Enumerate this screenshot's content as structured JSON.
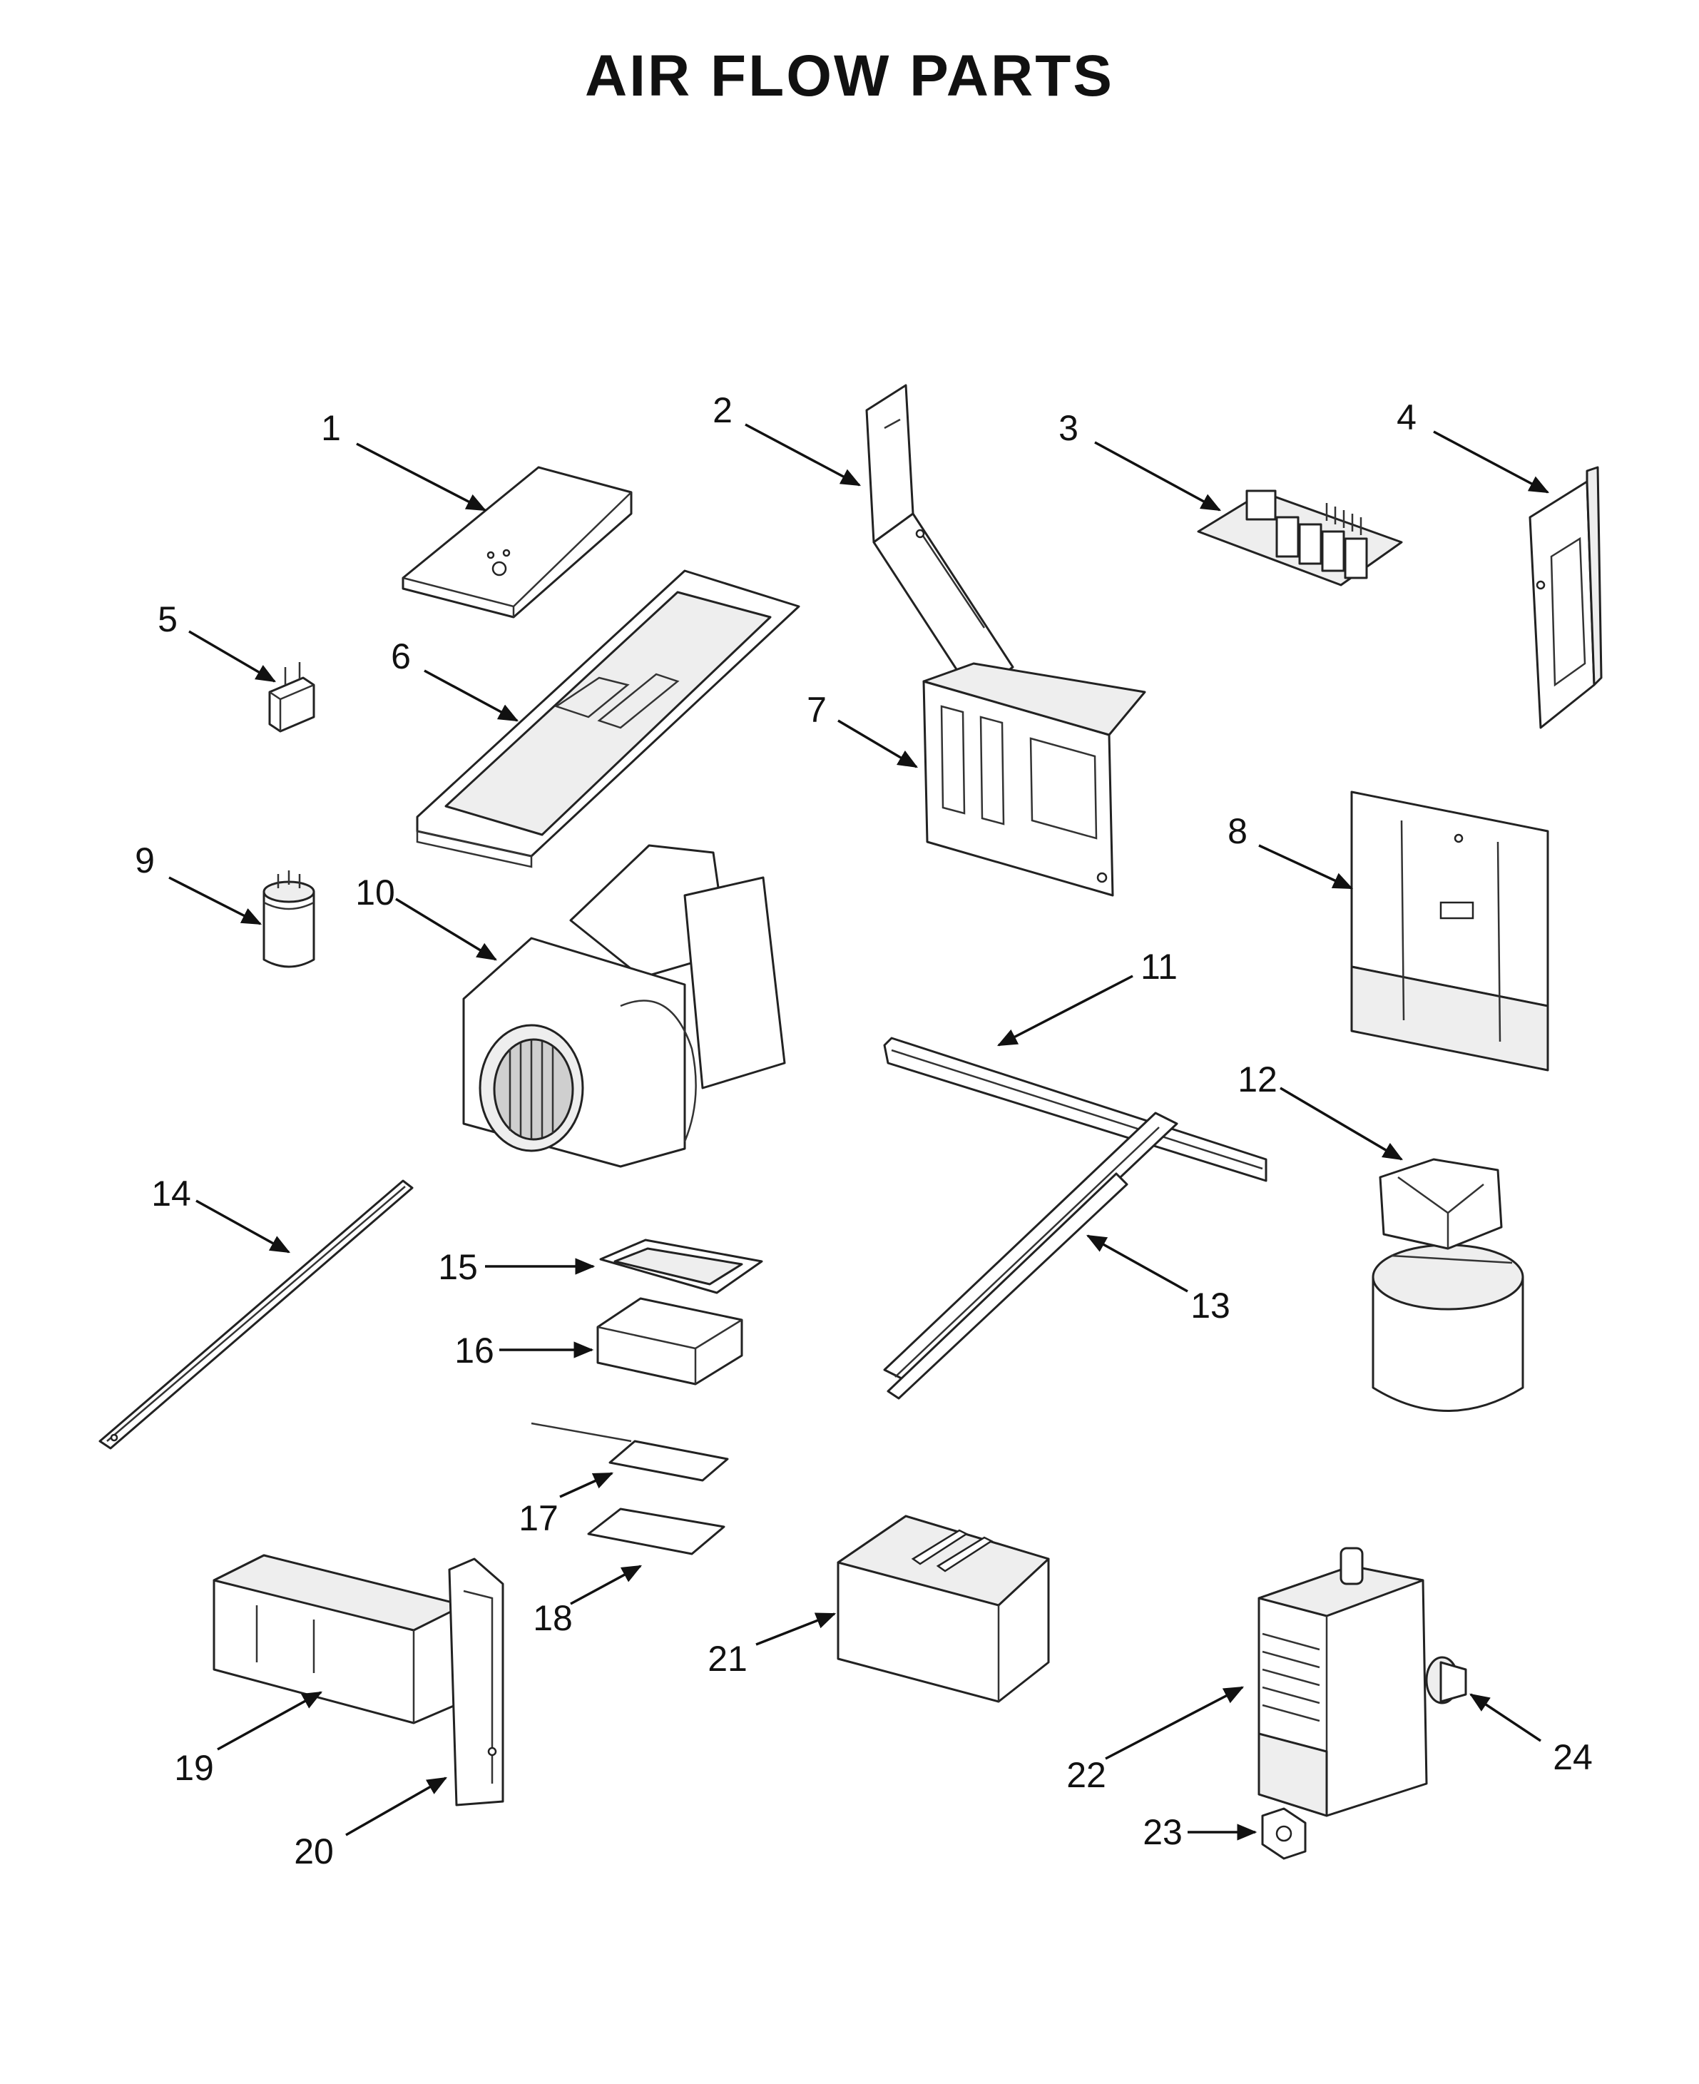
{
  "title": "AIR FLOW PARTS",
  "colors": {
    "line": "#222222",
    "background": "#ffffff"
  },
  "callouts": [
    "1",
    "2",
    "3",
    "4",
    "5",
    "6",
    "7",
    "8",
    "9",
    "10",
    "11",
    "12",
    "13",
    "14",
    "15",
    "16",
    "17",
    "18",
    "19",
    "20",
    "21",
    "22",
    "23",
    "24"
  ]
}
